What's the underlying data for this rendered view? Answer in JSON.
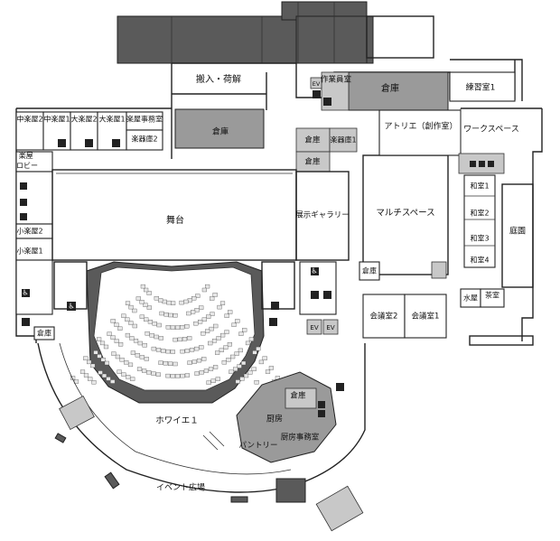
{
  "map": {
    "rooms": {
      "hanyu": "搬入・荷解",
      "sagyouin": "作業員室",
      "souko_top_right": "倉庫",
      "renshu1": "練習室1",
      "souko_top_mid": "倉庫",
      "gakuya_naka2": "中楽屋2",
      "gakuya_naka1": "中楽屋1",
      "gakuya_dai2": "大楽屋2",
      "gakuya_dai1": "大楽屋1",
      "gakuya_jimu": "楽屋事務室",
      "gakkiko2": "楽器庫2",
      "gakkiko1": "楽器庫1",
      "souko_small1": "倉庫",
      "souko_small2": "倉庫",
      "atelier": "アトリエ（創作室）",
      "work_space": "ワークスペース",
      "gakuya_lobby": "楽屋\nロビー",
      "butai": "舞台",
      "tenji": "展示ギャラリー",
      "multi": "マルチスペース",
      "washitsu1": "和室1",
      "washitsu2": "和室2",
      "washitsu3": "和室3",
      "washitsu4": "和室4",
      "teien": "庭園",
      "shougakuya2": "小楽屋2",
      "shougakuya1": "小楽屋1",
      "souko_mid": "倉庫",
      "mizuya": "水屋",
      "chashitsu": "茶室",
      "kaigi2": "会議室2",
      "kaigi1": "会議室1",
      "souko_left": "倉庫",
      "ev1": "EV",
      "ev2": "EV",
      "ev_top": "EV",
      "souko_kitchen": "倉庫",
      "chubou": "厨房",
      "foyer": "ホワイエ１",
      "pantry": "パントリー",
      "chubou_jimu": "厨房事務室",
      "event": "イベント広場"
    }
  }
}
